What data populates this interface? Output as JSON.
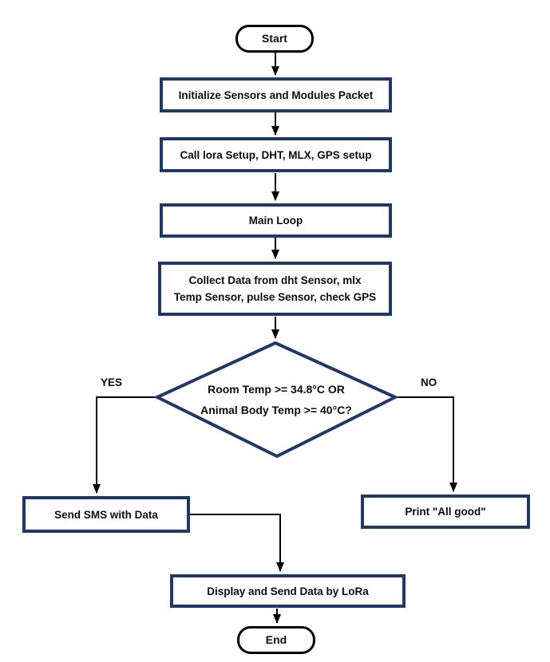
{
  "diagram": {
    "type": "flowchart",
    "background": "#ffffff",
    "colors": {
      "process_border": "#1f3864",
      "decision_border": "#1f3864",
      "terminator_border": "#000000",
      "connector": "#000000",
      "text": "#0d0d0d",
      "node_fill": "#ffffff"
    },
    "nodes": [
      {
        "id": "start",
        "type": "terminator",
        "label": "Start"
      },
      {
        "id": "initialize",
        "type": "process",
        "label": "Initialize Sensors and Modules Packet"
      },
      {
        "id": "setup",
        "type": "process",
        "label": "Call lora Setup, DHT, MLX, GPS setup"
      },
      {
        "id": "main-loop",
        "type": "process",
        "label": "Main Loop"
      },
      {
        "id": "collect-data",
        "type": "process",
        "label": "Collect Data from dht Sensor, mlx\nTemp Sensor, pulse Sensor, check GPS"
      },
      {
        "id": "decision",
        "type": "decision",
        "label": "Room Temp >= 34.8°C OR\nAnimal Body Temp >= 40°C?"
      },
      {
        "id": "send-sms",
        "type": "process",
        "label": "Send SMS with Data"
      },
      {
        "id": "print-all-good",
        "type": "process",
        "label": "Print \"All good\""
      },
      {
        "id": "display-send",
        "type": "process",
        "label": "Display and Send Data by LoRa"
      },
      {
        "id": "end",
        "type": "terminator",
        "label": "End"
      }
    ],
    "edges": [
      {
        "from": "start",
        "to": "initialize",
        "label": ""
      },
      {
        "from": "initialize",
        "to": "setup",
        "label": ""
      },
      {
        "from": "setup",
        "to": "main-loop",
        "label": ""
      },
      {
        "from": "main-loop",
        "to": "collect-data",
        "label": ""
      },
      {
        "from": "collect-data",
        "to": "decision",
        "label": ""
      },
      {
        "from": "decision",
        "to": "send-sms",
        "label": "YES"
      },
      {
        "from": "decision",
        "to": "print-all-good",
        "label": "NO"
      },
      {
        "from": "send-sms",
        "to": "display-send",
        "label": ""
      },
      {
        "from": "display-send",
        "to": "end",
        "label": ""
      }
    ]
  }
}
